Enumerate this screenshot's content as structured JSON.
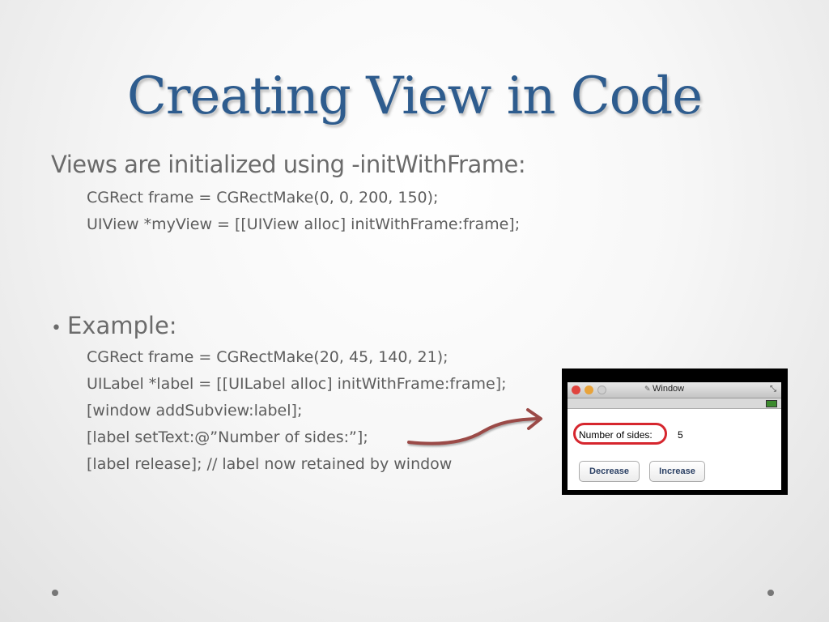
{
  "slide": {
    "title": "Creating View in Code",
    "intro": "Views are initialized using -initWithFrame:",
    "intro_code": [
      "CGRect frame = CGRectMake(0, 0, 200, 150);",
      "UIView *myView = [[UIView alloc] initWithFrame:frame];"
    ],
    "bullet_symbol": "•",
    "example_label": "Example:",
    "example_code": [
      "CGRect frame = CGRectMake(20, 45, 140, 21);",
      "UILabel *label = [[UILabel alloc] initWithFrame:frame];",
      "[window addSubview:label];",
      "[label setText:@”Number of sides:”];",
      "[label release]; // label now retained by window"
    ]
  },
  "window": {
    "title": "Window",
    "label_text": "Number of sides:",
    "value": "5",
    "decrease_label": "Decrease",
    "increase_label": "Increase"
  },
  "colors": {
    "title": "#2e5c8e",
    "arrow": "#9b4a47",
    "highlight_ring": "#d6262e"
  }
}
